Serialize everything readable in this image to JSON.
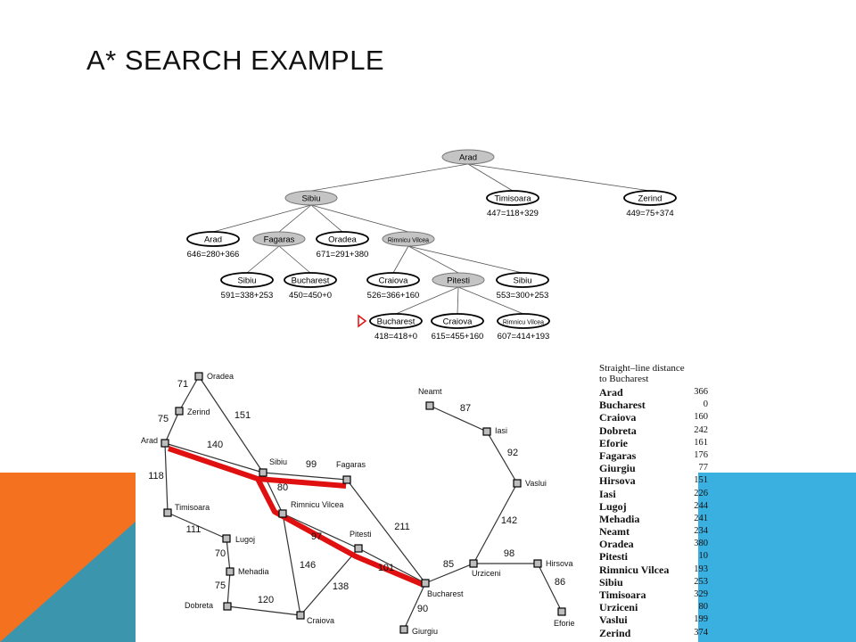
{
  "slide": {
    "title": "A* SEARCH EXAMPLE"
  },
  "tree": {
    "nodes": [
      {
        "id": "arad0",
        "label": "Arad",
        "small": false,
        "filled": true,
        "score": ""
      },
      {
        "id": "sibiu1",
        "label": "Sibiu",
        "small": false,
        "filled": true,
        "score": ""
      },
      {
        "id": "timisoara1",
        "label": "Timisoara",
        "small": false,
        "filled": false,
        "score": "447=118+329"
      },
      {
        "id": "zerind1",
        "label": "Zerind",
        "small": false,
        "filled": false,
        "score": "449=75+374"
      },
      {
        "id": "arad2",
        "label": "Arad",
        "small": false,
        "filled": false,
        "score": "646=280+366"
      },
      {
        "id": "fagaras2",
        "label": "Fagaras",
        "small": false,
        "filled": true,
        "score": ""
      },
      {
        "id": "oradea2",
        "label": "Oradea",
        "small": false,
        "filled": false,
        "score": "671=291+380"
      },
      {
        "id": "rv2",
        "label": "Rimnicu Vilcea",
        "small": true,
        "filled": true,
        "score": ""
      },
      {
        "id": "sibiu3",
        "label": "Sibiu",
        "small": false,
        "filled": false,
        "score": "591=338+253"
      },
      {
        "id": "bucharest3",
        "label": "Bucharest",
        "small": false,
        "filled": false,
        "score": "450=450+0"
      },
      {
        "id": "craiova3",
        "label": "Craiova",
        "small": false,
        "filled": false,
        "score": "526=366+160"
      },
      {
        "id": "pitesti3",
        "label": "Pitesti",
        "small": false,
        "filled": true,
        "score": ""
      },
      {
        "id": "sibiu3b",
        "label": "Sibiu",
        "small": false,
        "filled": false,
        "score": "553=300+253"
      },
      {
        "id": "bucharest4",
        "label": "Bucharest",
        "small": false,
        "filled": false,
        "score": "418=418+0"
      },
      {
        "id": "craiova4",
        "label": "Craiova",
        "small": false,
        "filled": false,
        "score": "615=455+160"
      },
      {
        "id": "rv4",
        "label": "Rimnicu Vilcea",
        "small": true,
        "filled": false,
        "score": "607=414+193"
      }
    ],
    "edges": [
      [
        "arad0",
        "sibiu1"
      ],
      [
        "arad0",
        "timisoara1"
      ],
      [
        "arad0",
        "zerind1"
      ],
      [
        "sibiu1",
        "arad2"
      ],
      [
        "sibiu1",
        "fagaras2"
      ],
      [
        "sibiu1",
        "oradea2"
      ],
      [
        "sibiu1",
        "rv2"
      ],
      [
        "fagaras2",
        "sibiu3"
      ],
      [
        "fagaras2",
        "bucharest3"
      ],
      [
        "rv2",
        "craiova3"
      ],
      [
        "rv2",
        "pitesti3"
      ],
      [
        "rv2",
        "sibiu3b"
      ],
      [
        "pitesti3",
        "bucharest4"
      ],
      [
        "pitesti3",
        "craiova4"
      ],
      [
        "pitesti3",
        "rv4"
      ]
    ]
  },
  "map": {
    "cities": [
      {
        "id": "oradea",
        "label": "Oradea"
      },
      {
        "id": "zerind",
        "label": "Zerind"
      },
      {
        "id": "arad",
        "label": "Arad"
      },
      {
        "id": "sibiu",
        "label": "Sibiu"
      },
      {
        "id": "fagaras",
        "label": "Fagaras"
      },
      {
        "id": "rv",
        "label": "Rimnicu Vilcea"
      },
      {
        "id": "timisoara",
        "label": "Timisoara"
      },
      {
        "id": "lugoj",
        "label": "Lugoj"
      },
      {
        "id": "mehadia",
        "label": "Mehadia"
      },
      {
        "id": "dobreta",
        "label": "Dobreta"
      },
      {
        "id": "craiova",
        "label": "Craiova"
      },
      {
        "id": "pitesti",
        "label": "Pitesti"
      },
      {
        "id": "bucharest",
        "label": "Bucharest"
      },
      {
        "id": "giurgiu",
        "label": "Giurgiu"
      },
      {
        "id": "urziceni",
        "label": "Urziceni"
      },
      {
        "id": "hirsova",
        "label": "Hirsova"
      },
      {
        "id": "eforie",
        "label": "Eforie"
      },
      {
        "id": "vaslui",
        "label": "Vaslui"
      },
      {
        "id": "iasi",
        "label": "Iasi"
      },
      {
        "id": "neamt",
        "label": "Neamt"
      }
    ],
    "roads": [
      {
        "from": "oradea",
        "to": "zerind",
        "dist": "71"
      },
      {
        "from": "oradea",
        "to": "sibiu",
        "dist": "151"
      },
      {
        "from": "zerind",
        "to": "arad",
        "dist": "75"
      },
      {
        "from": "arad",
        "to": "sibiu",
        "dist": "140"
      },
      {
        "from": "arad",
        "to": "timisoara",
        "dist": "118"
      },
      {
        "from": "timisoara",
        "to": "lugoj",
        "dist": "111"
      },
      {
        "from": "lugoj",
        "to": "mehadia",
        "dist": "70"
      },
      {
        "from": "mehadia",
        "to": "dobreta",
        "dist": "75"
      },
      {
        "from": "dobreta",
        "to": "craiova",
        "dist": "120"
      },
      {
        "from": "sibiu",
        "to": "fagaras",
        "dist": "99"
      },
      {
        "from": "sibiu",
        "to": "rv",
        "dist": "80"
      },
      {
        "from": "rv",
        "to": "pitesti",
        "dist": "97"
      },
      {
        "from": "rv",
        "to": "craiova",
        "dist": "146"
      },
      {
        "from": "craiova",
        "to": "pitesti",
        "dist": "138"
      },
      {
        "from": "pitesti",
        "to": "bucharest",
        "dist": "101"
      },
      {
        "from": "fagaras",
        "to": "bucharest",
        "dist": "211"
      },
      {
        "from": "bucharest",
        "to": "giurgiu",
        "dist": "90"
      },
      {
        "from": "bucharest",
        "to": "urziceni",
        "dist": "85"
      },
      {
        "from": "urziceni",
        "to": "hirsova",
        "dist": "98"
      },
      {
        "from": "hirsova",
        "to": "eforie",
        "dist": "86"
      },
      {
        "from": "urziceni",
        "to": "vaslui",
        "dist": "142"
      },
      {
        "from": "vaslui",
        "to": "iasi",
        "dist": "92"
      },
      {
        "from": "iasi",
        "to": "neamt",
        "dist": "87"
      }
    ],
    "path_colors": {
      "solution": "#e01010",
      "road": "#333333"
    }
  },
  "legend": {
    "title_line1": "Straight–line distance",
    "title_line2": "to Bucharest",
    "rows": [
      {
        "city": "Arad",
        "value": "366"
      },
      {
        "city": "Bucharest",
        "value": "0"
      },
      {
        "city": "Craiova",
        "value": "160"
      },
      {
        "city": "Dobreta",
        "value": "242"
      },
      {
        "city": "Eforie",
        "value": "161"
      },
      {
        "city": "Fagaras",
        "value": "176"
      },
      {
        "city": "Giurgiu",
        "value": "77"
      },
      {
        "city": "Hirsova",
        "value": "151"
      },
      {
        "city": "Iasi",
        "value": "226"
      },
      {
        "city": "Lugoj",
        "value": "244"
      },
      {
        "city": "Mehadia",
        "value": "241"
      },
      {
        "city": "Neamt",
        "value": "234"
      },
      {
        "city": "Oradea",
        "value": "380"
      },
      {
        "city": "Pitesti",
        "value": "10"
      },
      {
        "city": "Rimnicu Vilcea",
        "value": "193"
      },
      {
        "city": "Sibiu",
        "value": "253"
      },
      {
        "city": "Timisoara",
        "value": "329"
      },
      {
        "city": "Urziceni",
        "value": "80"
      },
      {
        "city": "Vaslui",
        "value": "199"
      },
      {
        "city": "Zerind",
        "value": "374"
      }
    ]
  },
  "colors": {
    "orange": "#f47120",
    "teal": "#3b95ad",
    "sky": "#3ab0e0",
    "node_fill": "#c4c4c4"
  }
}
